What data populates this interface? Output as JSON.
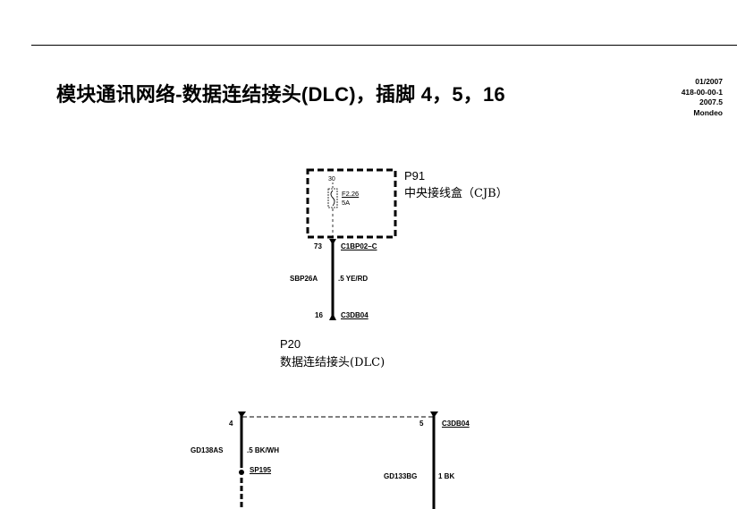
{
  "header": {
    "title": "模块通讯网络-数据连结接头(DLC)，插脚 4，5，16",
    "date": "01/2007",
    "doc_code": "418-00-00-1",
    "version": "2007.5",
    "model": "Mondeo"
  },
  "p91": {
    "id": "P91",
    "name": "中央接线盒（CJB）",
    "pin_30": "30",
    "fuse_id": "F2.26",
    "fuse_rating": "5A",
    "pin_73": "73",
    "connector": "C1BP02–C"
  },
  "wire_sbp26a": {
    "circuit": "SBP26A",
    "spec": ".5 YE/RD"
  },
  "p20": {
    "pin_16": "16",
    "connector_top": "C3DB04",
    "id": "P20",
    "name": "数据连结接头(DLC)",
    "pin_4": "4",
    "pin_5": "5",
    "connector_bottom": "C3DB04"
  },
  "wire_gd138as": {
    "circuit": "GD138AS",
    "spec": ".5 BK/WH",
    "splice": "SP195"
  },
  "wire_gd133bg": {
    "circuit": "GD133BG",
    "spec": "1 BK"
  }
}
